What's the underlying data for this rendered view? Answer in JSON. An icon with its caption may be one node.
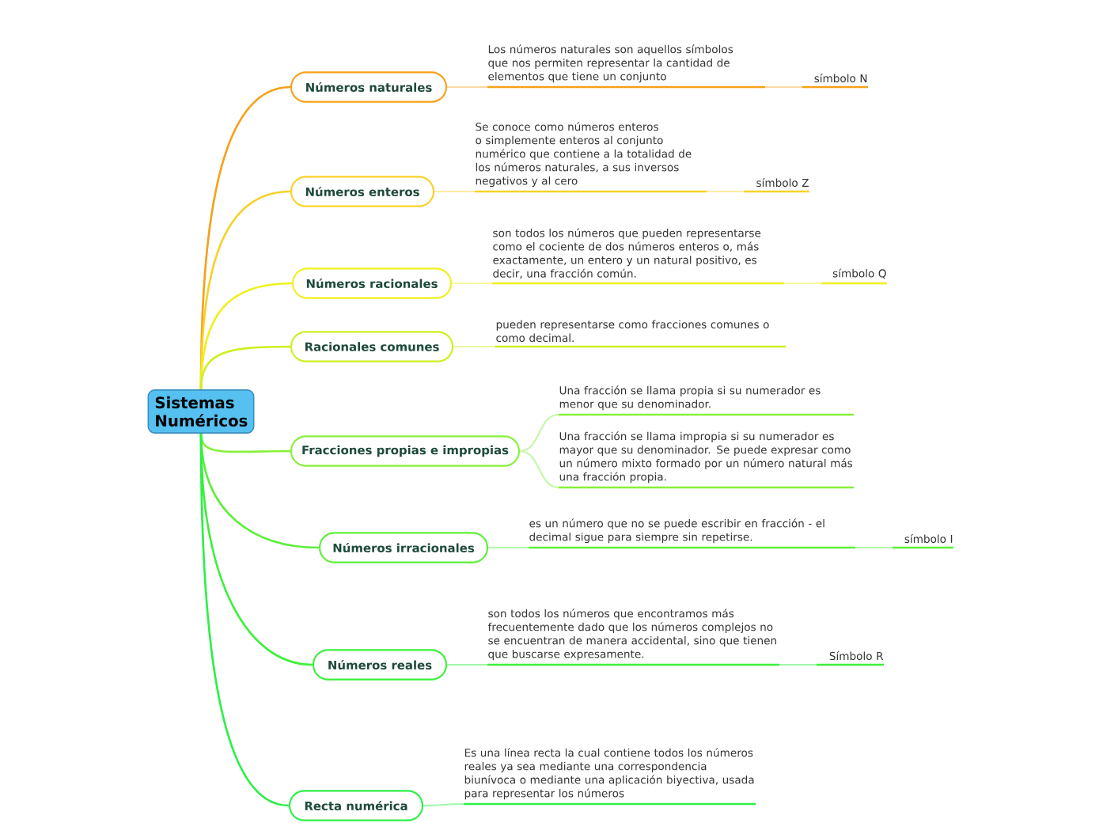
{
  "diagram": {
    "nodes": [
      {
        "text": [
          "Sistemas Numéricos"
        ]
      },
      {
        "text": [
          "Números naturales"
        ]
      },
      {
        "text": [
          "Números enteros"
        ]
      },
      {
        "text": [
          "Números racionales"
        ]
      },
      {
        "text": [
          "Racionales comunes"
        ]
      },
      {
        "text": [
          "Fracciones propias e impropias"
        ]
      },
      {
        "text": [
          "Números irracionales"
        ]
      },
      {
        "text": [
          "Números reales"
        ]
      },
      {
        "text": [
          "Recta numérica"
        ]
      },
      {
        "text": [
          "Los números naturales son aquellos símbolos que nos permiten representar la cantidad de elementos que tiene un conjunto"
        ]
      },
      {
        "text": [
          "símbolo N"
        ]
      },
      {
        "text": [
          "Se conoce como números enteros o simplemente enteros al conjunto numérico que contiene a la totalidad de los números naturales, a sus inversos negativos y al cero"
        ]
      },
      {
        "text": [
          "símbolo Z"
        ]
      },
      {
        "text": [
          "son todos los números que pueden representarse como el cociente de dos números enteros o, más exactamente, un entero y un natural positivo, es decir, una fracción común."
        ]
      },
      {
        "text": [
          "símbolo Q"
        ]
      },
      {
        "text": [
          "pueden representarse como fracciones comunes o como decimal."
        ]
      },
      {
        "text": [
          "Una fracción se llama propia si su numerador es menor que su denominador."
        ]
      },
      {
        "text": [
          "Una fracción se llama impropia si su numerador es mayor que su denominador. Se puede expresar como un número mixto formado por un número natural más una fracción propia."
        ]
      },
      {
        "text": [
          "es un número que no se puede escribir en fracción - el decimal sigue para siempre sin repetirse."
        ]
      },
      {
        "text": [
          "símbolo I"
        ]
      },
      {
        "text": [
          "son todos los números que encontramos más frecuentemente dado que los números complejos no se encuentran de manera accidental, sino que tienen que buscarse expresamente."
        ]
      },
      {
        "text": [
          "Símbolo R"
        ]
      },
      {
        "text": [
          "Es una línea recta la cual contiene todos los números reales ya sea mediante una correspondencia biunívoca o mediante una aplicación biyectiva, usada para representar los números"
        ]
      }
    ],
    "edges": [
      {
        "from": 0,
        "to": 1,
        "arrow": "none",
        "color": "#f7a11a"
      },
      {
        "from": 0,
        "to": 2,
        "arrow": "none",
        "color": "#f9d12a"
      },
      {
        "from": 0,
        "to": 3,
        "arrow": "none",
        "color": "#f0f01e"
      },
      {
        "from": 0,
        "to": 4,
        "arrow": "none",
        "color": "#ccf01e"
      },
      {
        "from": 0,
        "to": 5,
        "arrow": "none",
        "color": "#88f03a"
      },
      {
        "from": 0,
        "to": 6,
        "arrow": "none",
        "color": "#5cf03a"
      },
      {
        "from": 0,
        "to": 7,
        "arrow": "none",
        "color": "#3cf03a"
      },
      {
        "from": 0,
        "to": 8,
        "arrow": "none",
        "color": "#2cf046"
      },
      {
        "from": 1,
        "to": 9,
        "arrow": "none",
        "color": "#fbd9a6"
      },
      {
        "from": 9,
        "to": 10,
        "arrow": "none",
        "color": "#fbd9a6"
      },
      {
        "from": 2,
        "to": 11,
        "arrow": "none",
        "color": "#fcec9f"
      },
      {
        "from": 11,
        "to": 12,
        "arrow": "none",
        "color": "#fcec9f"
      },
      {
        "from": 3,
        "to": 13,
        "arrow": "none",
        "color": "#f8f8a0"
      },
      {
        "from": 13,
        "to": 14,
        "arrow": "none",
        "color": "#f8f8a0"
      },
      {
        "from": 4,
        "to": 15,
        "arrow": "none",
        "color": "#e6f8a0"
      },
      {
        "from": 5,
        "to": 16,
        "arrow": "none",
        "color": "#c4f8a6"
      },
      {
        "from": 5,
        "to": 17,
        "arrow": "none",
        "color": "#c4f8a6"
      },
      {
        "from": 6,
        "to": 18,
        "arrow": "none",
        "color": "#b2f8a6"
      },
      {
        "from": 18,
        "to": 19,
        "arrow": "none",
        "color": "#b2f8a6"
      },
      {
        "from": 7,
        "to": 20,
        "arrow": "none",
        "color": "#a2f8a6"
      },
      {
        "from": 20,
        "to": 21,
        "arrow": "none",
        "color": "#a2f8a6"
      },
      {
        "from": 8,
        "to": 22,
        "arrow": "none",
        "color": "#a2f8b0"
      }
    ]
  }
}
